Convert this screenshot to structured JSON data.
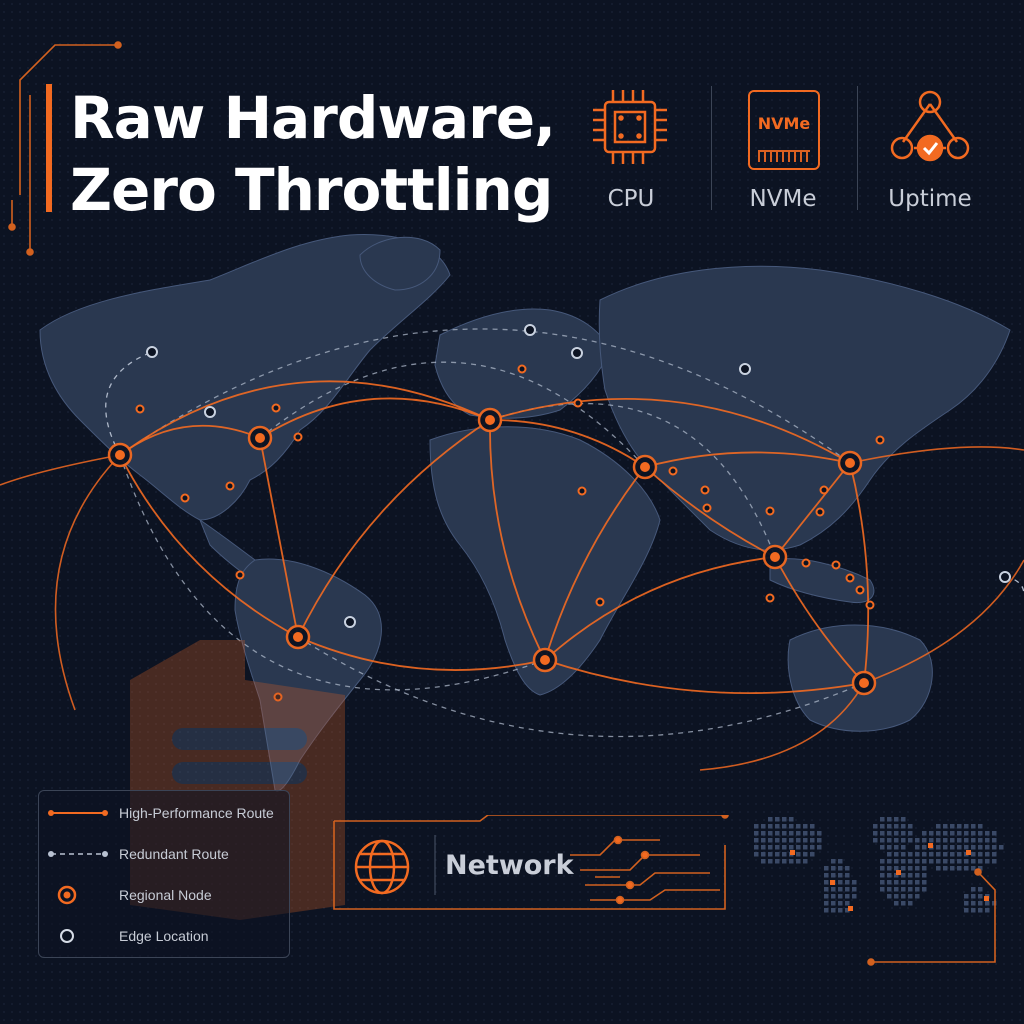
{
  "title": {
    "line1": "Raw Hardware,",
    "line2": "Zero Throttling"
  },
  "features": [
    {
      "label": "CPU",
      "icon": "cpu-chip-icon"
    },
    {
      "label": "NVMe",
      "icon": "nvme-drive-icon",
      "badge": "NVMe"
    },
    {
      "label": "Uptime",
      "icon": "uptime-network-check-icon"
    }
  ],
  "legend": {
    "items": [
      {
        "label": "High-Performance Route",
        "symbol": "solid-orange-line"
      },
      {
        "label": "Redundant Route",
        "symbol": "dashed-gray-line"
      },
      {
        "label": "Regional Node",
        "symbol": "orange-ring-node"
      },
      {
        "label": "Edge Location",
        "symbol": "white-ring-node"
      }
    ]
  },
  "network": {
    "label": "Network",
    "icon": "globe-icon"
  },
  "colors": {
    "background": "#0c1322",
    "accent": "#f26a21",
    "land": "#2a3850",
    "edge": "#c9d2e0",
    "text": "#ffffff",
    "muted": "#c9ced8"
  }
}
